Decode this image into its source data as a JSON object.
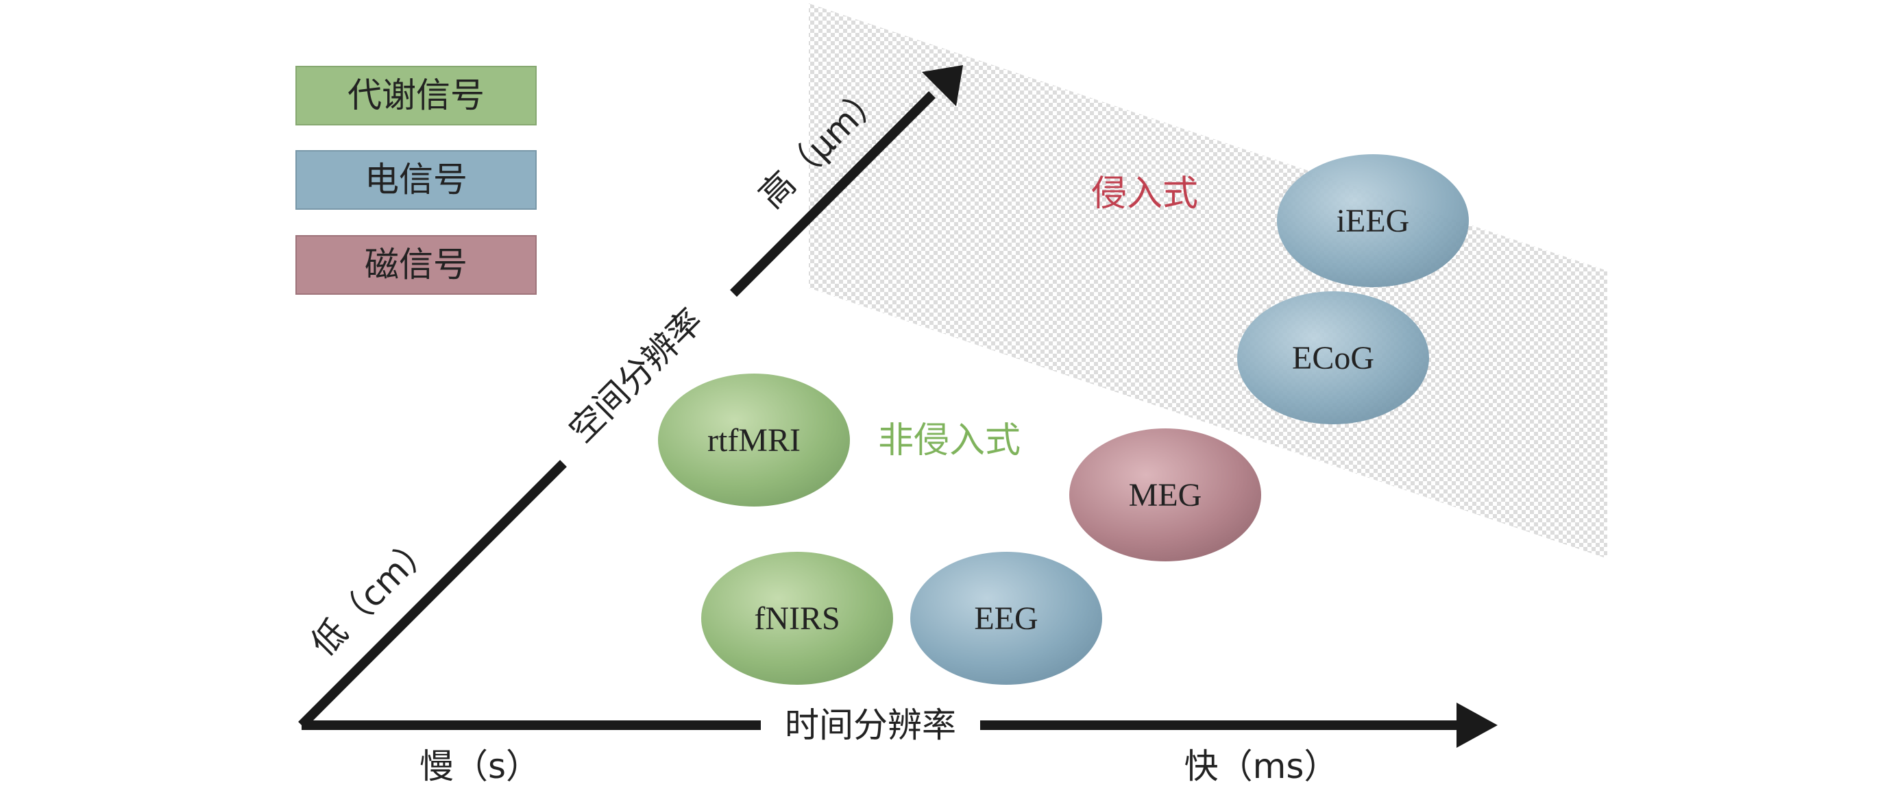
{
  "legend": [
    {
      "label": "代谢信号",
      "color": "#9cbf85"
    },
    {
      "label": "电信号",
      "color": "#8fb0c2"
    },
    {
      "label": "磁信号",
      "color": "#b88b92"
    }
  ],
  "axes": {
    "x_title": "时间分辨率",
    "x_low": "慢（s）",
    "x_high": "快（ms）",
    "y_title": "空间分辨率",
    "y_low": "低（cm）",
    "y_high": "高（μm）"
  },
  "regions": {
    "invasive": {
      "label": "侵入式",
      "color": "#c0404f"
    },
    "noninvasive": {
      "label": "非侵入式",
      "color": "#7fb35c"
    }
  },
  "nodes": [
    {
      "label": "rtfMRI",
      "signal": "代谢信号"
    },
    {
      "label": "fNIRS",
      "signal": "代谢信号"
    },
    {
      "label": "EEG",
      "signal": "电信号"
    },
    {
      "label": "MEG",
      "signal": "磁信号"
    },
    {
      "label": "ECoG",
      "signal": "电信号"
    },
    {
      "label": "iEEG",
      "signal": "电信号"
    }
  ]
}
